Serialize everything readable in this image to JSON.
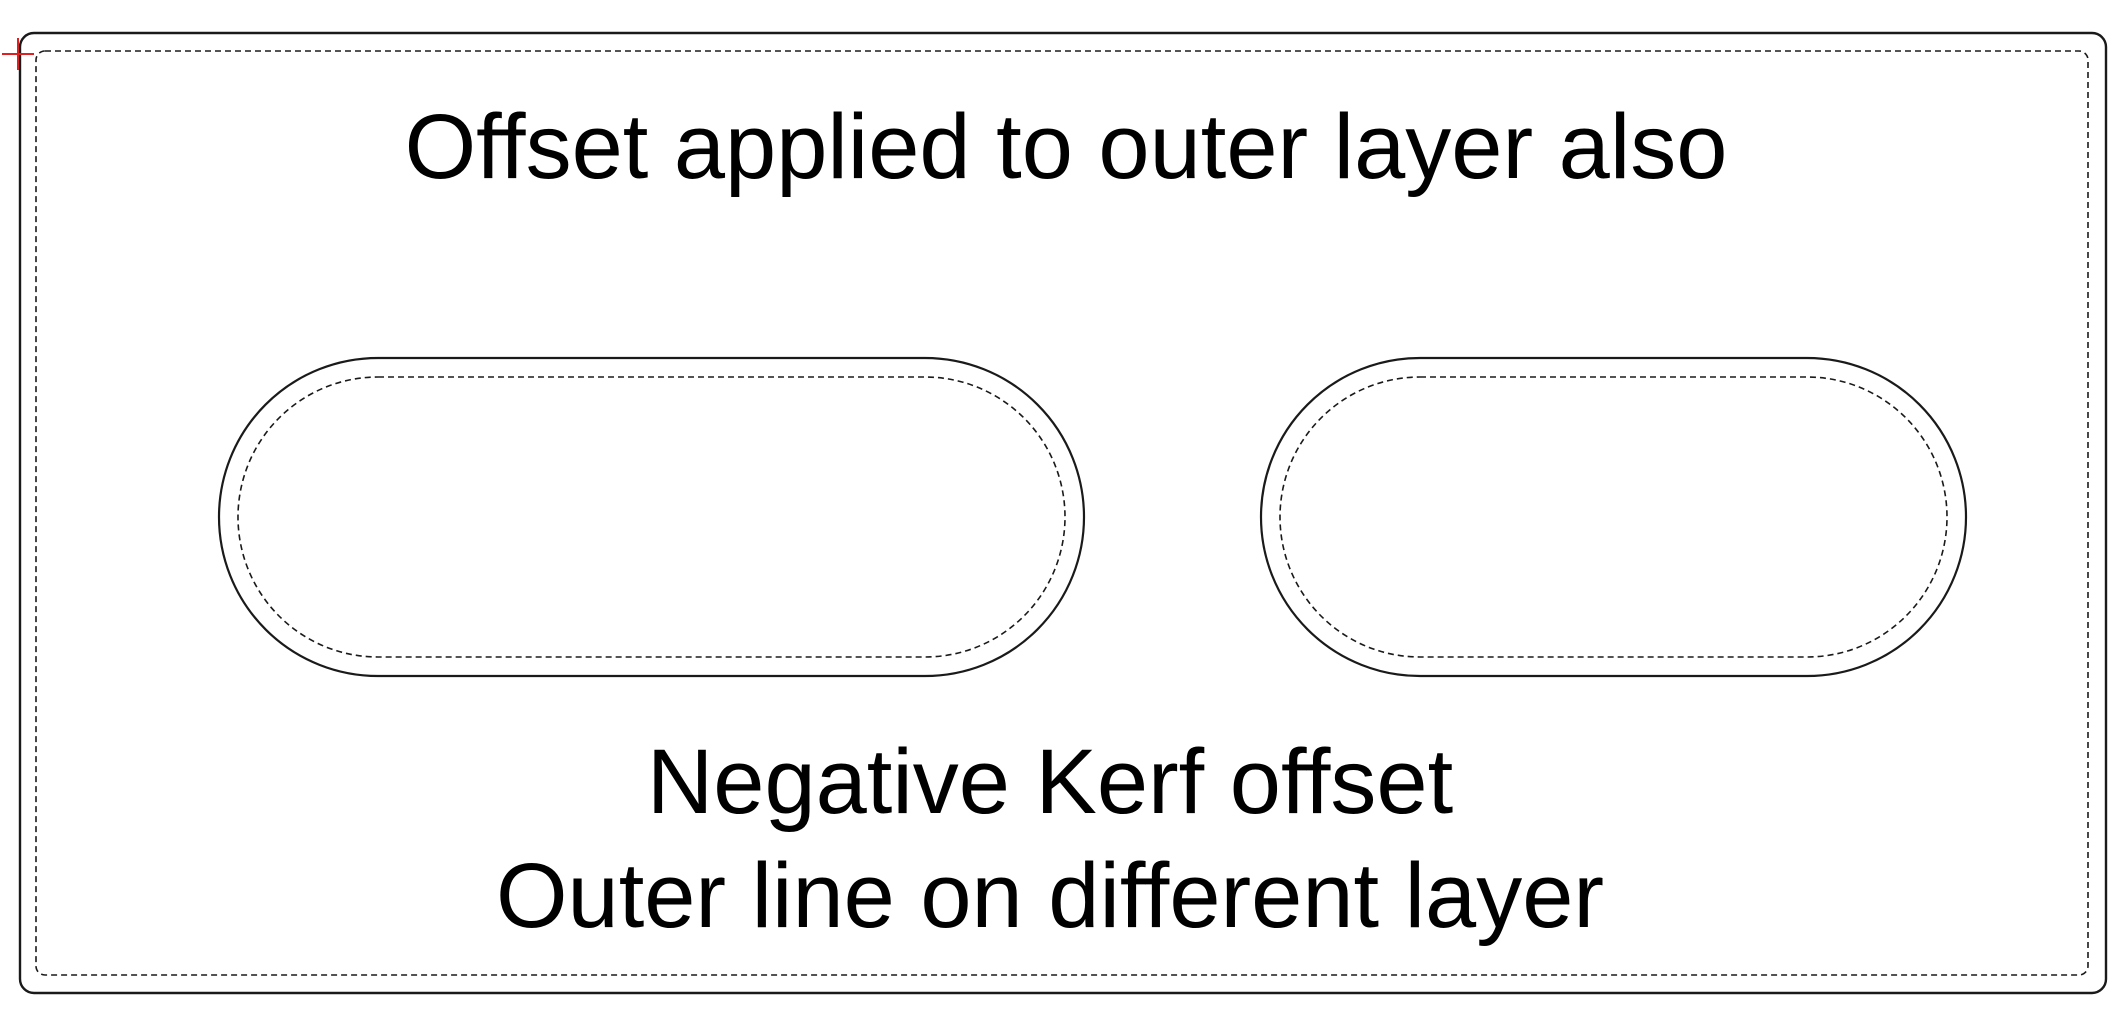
{
  "labels": {
    "top": "Offset applied to outer layer also",
    "bottom_line1": "Negative Kerf offset",
    "bottom_line2": "Outer line on different layer"
  },
  "colors": {
    "background": "#ffffff",
    "stroke": "#1a1a1a",
    "text": "#000000",
    "origin_marker": "#e02020"
  },
  "icons": {
    "origin": "origin-crosshair-icon"
  }
}
